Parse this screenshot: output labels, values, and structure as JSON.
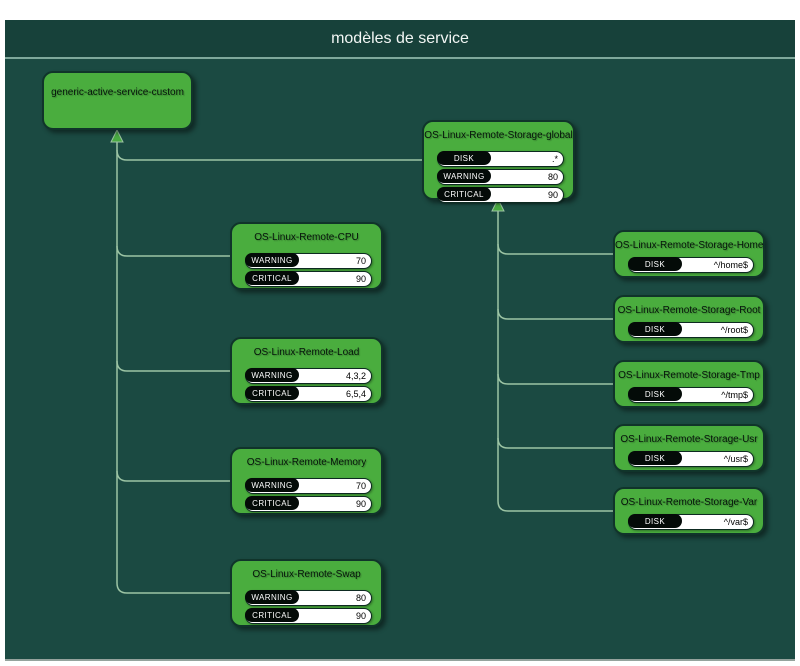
{
  "page": {
    "title": "modèles de service"
  },
  "colors": {
    "panel_background": "#1b4a42",
    "titlebar_background": "#17413a",
    "node_green": "#4aad3e",
    "connector_line": "#9cc4a4",
    "arrow_fill": "#49a942",
    "macro_label_bg": "#040b08",
    "macro_value_bg": "#ffffff"
  },
  "nodes": [
    {
      "title": "generic-active-service-custom",
      "rows": []
    },
    {
      "title": "OS-Linux-Remote-Storage-global",
      "rows": [
        {
          "label": "DISK",
          "value": ".*"
        },
        {
          "label": "WARNING",
          "value": "80"
        },
        {
          "label": "CRITICAL",
          "value": "90"
        }
      ]
    },
    {
      "title": "OS-Linux-Remote-CPU",
      "rows": [
        {
          "label": "WARNING",
          "value": "70"
        },
        {
          "label": "CRITICAL",
          "value": "90"
        }
      ]
    },
    {
      "title": "OS-Linux-Remote-Load",
      "rows": [
        {
          "label": "WARNING",
          "value": "4,3,2"
        },
        {
          "label": "CRITICAL",
          "value": "6,5,4"
        }
      ]
    },
    {
      "title": "OS-Linux-Remote-Memory",
      "rows": [
        {
          "label": "WARNING",
          "value": "70"
        },
        {
          "label": "CRITICAL",
          "value": "90"
        }
      ]
    },
    {
      "title": "OS-Linux-Remote-Swap",
      "rows": [
        {
          "label": "WARNING",
          "value": "80"
        },
        {
          "label": "CRITICAL",
          "value": "90"
        }
      ]
    },
    {
      "title": "OS-Linux-Remote-Storage-Home",
      "rows": [
        {
          "label": "DISK",
          "value": "^/home$"
        }
      ]
    },
    {
      "title": "OS-Linux-Remote-Storage-Root",
      "rows": [
        {
          "label": "DISK",
          "value": "^/root$"
        }
      ]
    },
    {
      "title": "OS-Linux-Remote-Storage-Tmp",
      "rows": [
        {
          "label": "DISK",
          "value": "^/tmp$"
        }
      ]
    },
    {
      "title": "OS-Linux-Remote-Storage-Usr",
      "rows": [
        {
          "label": "DISK",
          "value": "^/usr$"
        }
      ]
    },
    {
      "title": "OS-Linux-Remote-Storage-Var",
      "rows": [
        {
          "label": "DISK",
          "value": "^/var$"
        }
      ]
    }
  ]
}
